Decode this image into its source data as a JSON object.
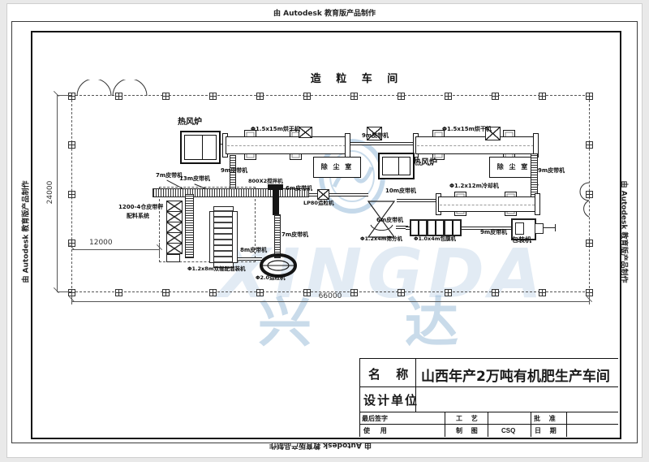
{
  "banner": {
    "autodesk_credit": "由 Autodesk 教育版产品制作"
  },
  "plan": {
    "workshop_title": "造 粒 车 间",
    "dim_width": "66000",
    "dim_height": "24000",
    "dim_batching": "12000"
  },
  "equipment": {
    "hot_air_furnace": "热风炉",
    "dryer": "Φ1.5x15m烘干机",
    "dust_room": "除 尘 室",
    "belt_6m": "6m皮带机",
    "belt_7m": "7m皮带机",
    "belt_8m": "8m皮带机",
    "belt_9m": "9m皮带机",
    "belt_10m": "10m皮带机",
    "belt_13m": "13m皮带机",
    "mixer_800": "800X2搅拌机",
    "granulator_lp": "LP80造粒机",
    "granulator_disc": "Φ2.0造粒机",
    "drum_blender": "Φ1.2x8m双辊配混装机",
    "screener": "Φ1.2x4m筛分机",
    "cooler": "Φ1.2x12m冷却机",
    "coater": "Φ1.0x4m包膜机",
    "packer": "包装机",
    "batching_system_line1": "1200-4仓皮带秤",
    "batching_system_line2": "配料系统"
  },
  "title_block": {
    "name_label": "名 称",
    "name_value": "山西年产2万吨有机肥生产车间",
    "design_unit_label": "设计单位",
    "final_sign_label": "最后签字",
    "use_label": "使 用",
    "process_label": "工 艺",
    "drafting_label": "制 图",
    "drafting_value": "CSQ",
    "approval_label": "批 准",
    "date_label": "日 期"
  },
  "watermark": {
    "cn": "兴 达",
    "en": "XINGDA"
  },
  "colors": {
    "line": "#1a1a1a",
    "watermark_blue": "#a9c6de",
    "paper": "#ffffff"
  }
}
